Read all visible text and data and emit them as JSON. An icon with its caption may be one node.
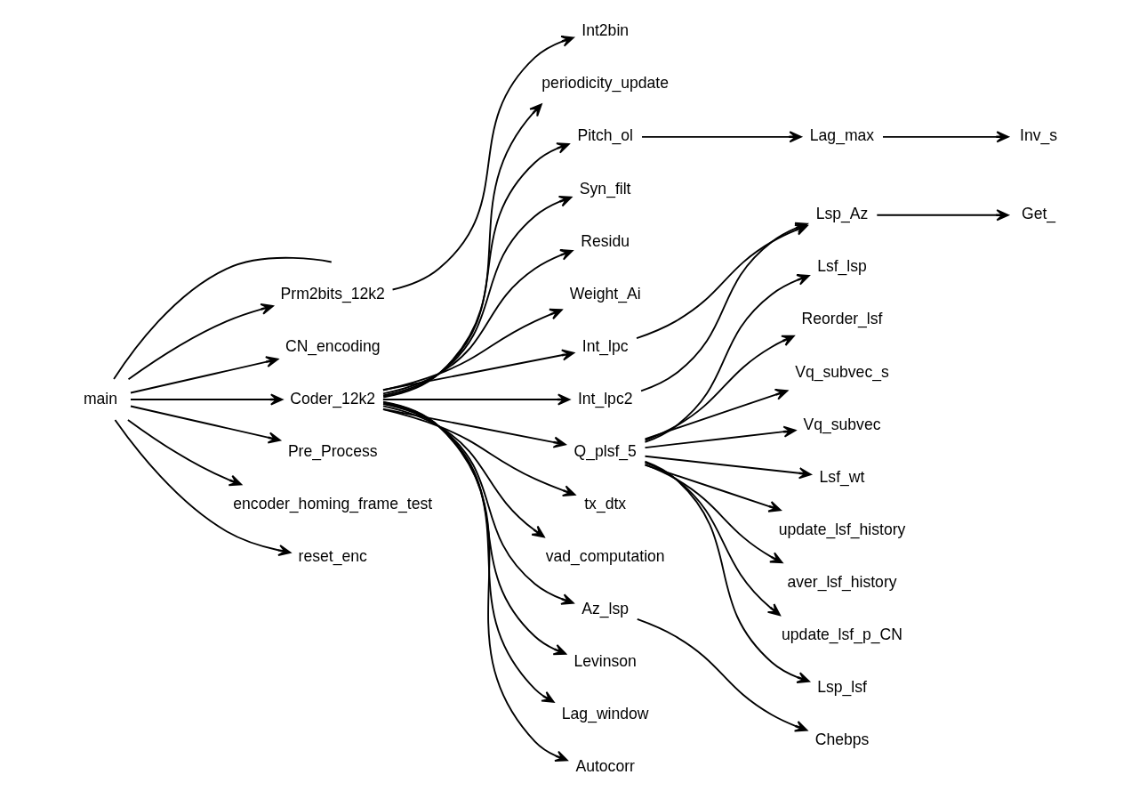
{
  "diagram": {
    "nodes": [
      {
        "text": [
          "main"
        ]
      },
      {
        "text": [
          "Prm2bits_12k2"
        ]
      },
      {
        "text": [
          "CN_encoding"
        ]
      },
      {
        "text": [
          "Coder_12k2"
        ]
      },
      {
        "text": [
          "Pre_Process"
        ]
      },
      {
        "text": [
          "encoder_homing_frame_test"
        ]
      },
      {
        "text": [
          "reset_enc"
        ]
      },
      {
        "text": [
          "Int2bin"
        ]
      },
      {
        "text": [
          "periodicity_update"
        ]
      },
      {
        "text": [
          "Pitch_ol"
        ]
      },
      {
        "text": [
          "Syn_filt"
        ]
      },
      {
        "text": [
          "Residu"
        ]
      },
      {
        "text": [
          "Weight_Ai"
        ]
      },
      {
        "text": [
          "Int_lpc"
        ]
      },
      {
        "text": [
          "Int_lpc2"
        ]
      },
      {
        "text": [
          "Q_plsf_5"
        ]
      },
      {
        "text": [
          "tx_dtx"
        ]
      },
      {
        "text": [
          "vad_computation"
        ]
      },
      {
        "text": [
          "Az_lsp"
        ]
      },
      {
        "text": [
          "Levinson"
        ]
      },
      {
        "text": [
          "Lag_window"
        ]
      },
      {
        "text": [
          "Autocorr"
        ]
      },
      {
        "text": [
          "Lag_max"
        ]
      },
      {
        "text": [
          "Lsp_Az"
        ]
      },
      {
        "text": [
          "Lsf_lsp"
        ]
      },
      {
        "text": [
          "Reorder_lsf"
        ]
      },
      {
        "text": [
          "Vq_subvec_s"
        ]
      },
      {
        "text": [
          "Vq_subvec"
        ]
      },
      {
        "text": [
          "Lsf_wt"
        ]
      },
      {
        "text": [
          "update_lsf_history"
        ]
      },
      {
        "text": [
          "aver_lsf_history"
        ]
      },
      {
        "text": [
          "update_lsf_p_CN"
        ]
      },
      {
        "text": [
          "Lsp_lsf"
        ]
      },
      {
        "text": [
          "Chebps"
        ]
      },
      {
        "text": [
          "Inv_s"
        ]
      },
      {
        "text": [
          "Get_"
        ]
      }
    ],
    "edges": [
      {
        "from": 0,
        "to": null,
        "arrow": "none"
      },
      {
        "from": 0,
        "to": 1,
        "arrow": "to"
      },
      {
        "from": 0,
        "to": 2,
        "arrow": "to"
      },
      {
        "from": 0,
        "to": 3,
        "arrow": "to"
      },
      {
        "from": 0,
        "to": 4,
        "arrow": "to"
      },
      {
        "from": 0,
        "to": 5,
        "arrow": "to"
      },
      {
        "from": 0,
        "to": 6,
        "arrow": "to"
      },
      {
        "from": 1,
        "to": 7,
        "arrow": "to"
      },
      {
        "from": 3,
        "to": 8,
        "arrow": "to"
      },
      {
        "from": 3,
        "to": 9,
        "arrow": "to"
      },
      {
        "from": 3,
        "to": 10,
        "arrow": "to"
      },
      {
        "from": 3,
        "to": 11,
        "arrow": "to"
      },
      {
        "from": 3,
        "to": 12,
        "arrow": "to"
      },
      {
        "from": 3,
        "to": 13,
        "arrow": "to"
      },
      {
        "from": 3,
        "to": 14,
        "arrow": "to"
      },
      {
        "from": 3,
        "to": 15,
        "arrow": "to"
      },
      {
        "from": 3,
        "to": 16,
        "arrow": "to"
      },
      {
        "from": 3,
        "to": 17,
        "arrow": "to"
      },
      {
        "from": 3,
        "to": 18,
        "arrow": "to"
      },
      {
        "from": 3,
        "to": 19,
        "arrow": "to"
      },
      {
        "from": 3,
        "to": 20,
        "arrow": "to"
      },
      {
        "from": 3,
        "to": 21,
        "arrow": "to"
      },
      {
        "from": 9,
        "to": 22,
        "arrow": "to"
      },
      {
        "from": 13,
        "to": 23,
        "arrow": "to"
      },
      {
        "from": 14,
        "to": 23,
        "arrow": "to"
      },
      {
        "from": 15,
        "to": 24,
        "arrow": "to"
      },
      {
        "from": 15,
        "to": 25,
        "arrow": "to"
      },
      {
        "from": 15,
        "to": 26,
        "arrow": "to"
      },
      {
        "from": 15,
        "to": 27,
        "arrow": "to"
      },
      {
        "from": 15,
        "to": 28,
        "arrow": "to"
      },
      {
        "from": 15,
        "to": 29,
        "arrow": "to"
      },
      {
        "from": 15,
        "to": 30,
        "arrow": "to"
      },
      {
        "from": 15,
        "to": 31,
        "arrow": "to"
      },
      {
        "from": 15,
        "to": 32,
        "arrow": "to"
      },
      {
        "from": 18,
        "to": 33,
        "arrow": "to"
      },
      {
        "from": 22,
        "to": 34,
        "arrow": "to"
      },
      {
        "from": 23,
        "to": 35,
        "arrow": "to"
      }
    ]
  }
}
